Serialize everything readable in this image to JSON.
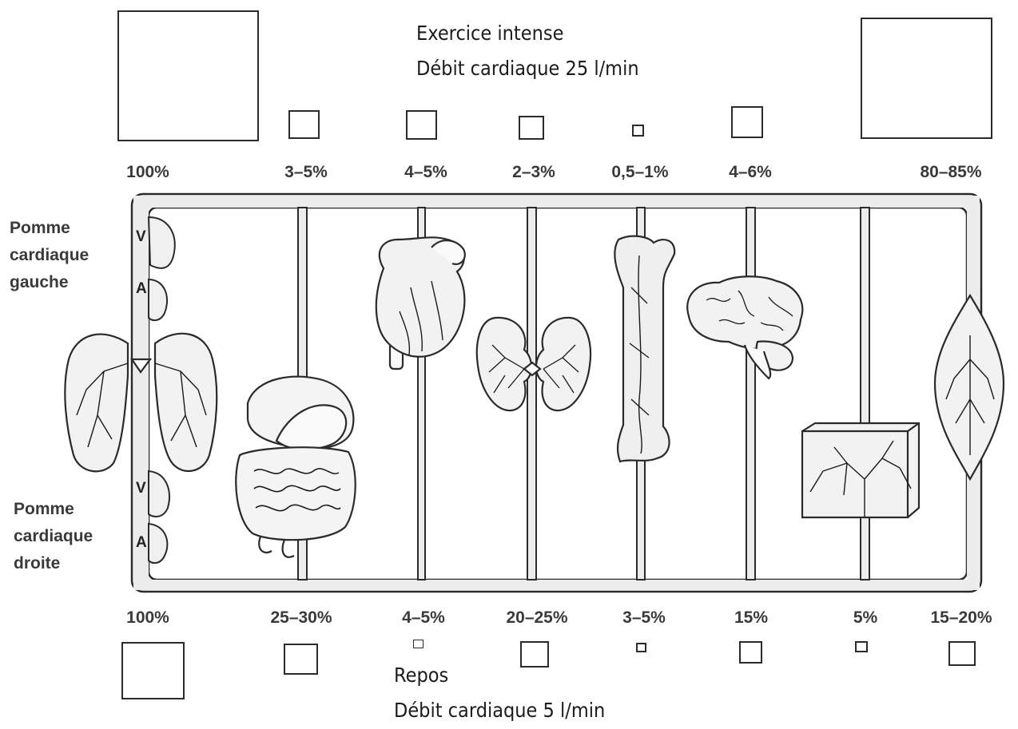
{
  "exercise": {
    "title": "Exercice intense",
    "output": "Débit cardiaque 25 l/min",
    "percentages": [
      "100%",
      "3–5%",
      "4–5%",
      "2–3%",
      "0,5–1%",
      "4–6%",
      "80–85%"
    ]
  },
  "rest": {
    "title": "Repos",
    "output": "Débit cardiaque 5 l/min",
    "percentages": [
      "100%",
      "25–30%",
      "4–5%",
      "20–25%",
      "3–5%",
      "15%",
      "5%",
      "15–20%"
    ]
  },
  "heart_labels": {
    "left_line1": "Pomme",
    "left_line2": "cardiaque",
    "left_line3": "gauche",
    "right_line1": "Pomme",
    "right_line2": "cardiaque",
    "right_line3": "droite",
    "ventricle": "V",
    "atrium": "A"
  },
  "organ_icons": [
    "lungs-icon",
    "digestive-organs-icon",
    "heart-icon",
    "kidneys-icon",
    "bone-icon",
    "brain-icon",
    "skin-icon",
    "muscle-icon"
  ]
}
